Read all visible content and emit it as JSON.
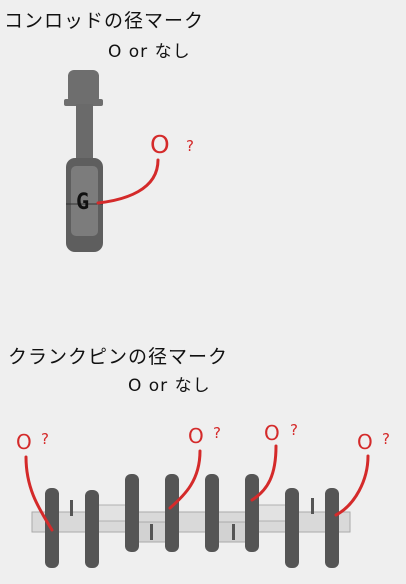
{
  "conrod": {
    "title": "コンロッドの径マーク",
    "subtitle": "O  or  なし",
    "stamp_letter": "G",
    "mark": {
      "symbol": "O",
      "question": "?"
    }
  },
  "crankpin": {
    "title": "クランクピンの径マーク",
    "subtitle": "O  or  なし",
    "marks": [
      {
        "symbol": "O",
        "question": "?"
      },
      {
        "symbol": "O",
        "question": "?"
      },
      {
        "symbol": "O",
        "question": "?"
      },
      {
        "symbol": "O",
        "question": "?"
      }
    ]
  },
  "colors": {
    "background": "#efefef",
    "part_dark": "#5a5a5a",
    "part_mid": "#7a7a7a",
    "shaft_light": "#d9d9d9",
    "annotation_red": "#d42a2a"
  }
}
